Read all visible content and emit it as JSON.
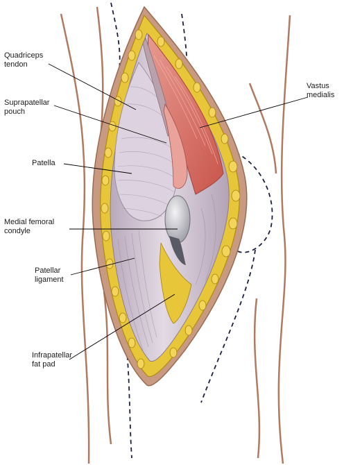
{
  "labels": {
    "quadriceps_tendon": [
      "Quadriceps",
      "tendon"
    ],
    "suprapatellar_pouch": [
      "Suprapatellar",
      "pouch"
    ],
    "patella": [
      "Patella"
    ],
    "medial_femoral_condyle": [
      "Medial femoral",
      "condyle"
    ],
    "patellar_ligament": [
      "Patellar",
      "ligament"
    ],
    "infrapatellar_fat_pad": [
      "Infrapatellar",
      "fat pad"
    ],
    "vastus_medialis": [
      "Vastus",
      "medialis"
    ]
  },
  "colors": {
    "skin_outline": "#b07a60",
    "fat": "#e8c63a",
    "fat_edge": "#b08a10",
    "capsule": "#cfc2d2",
    "capsule_shade": "#a898aa",
    "muscle": "#d9746a",
    "muscle_light": "#ecaaa0",
    "condyle": "#d8d8dc",
    "leader": "#000000",
    "dashed": "#1a2040"
  }
}
